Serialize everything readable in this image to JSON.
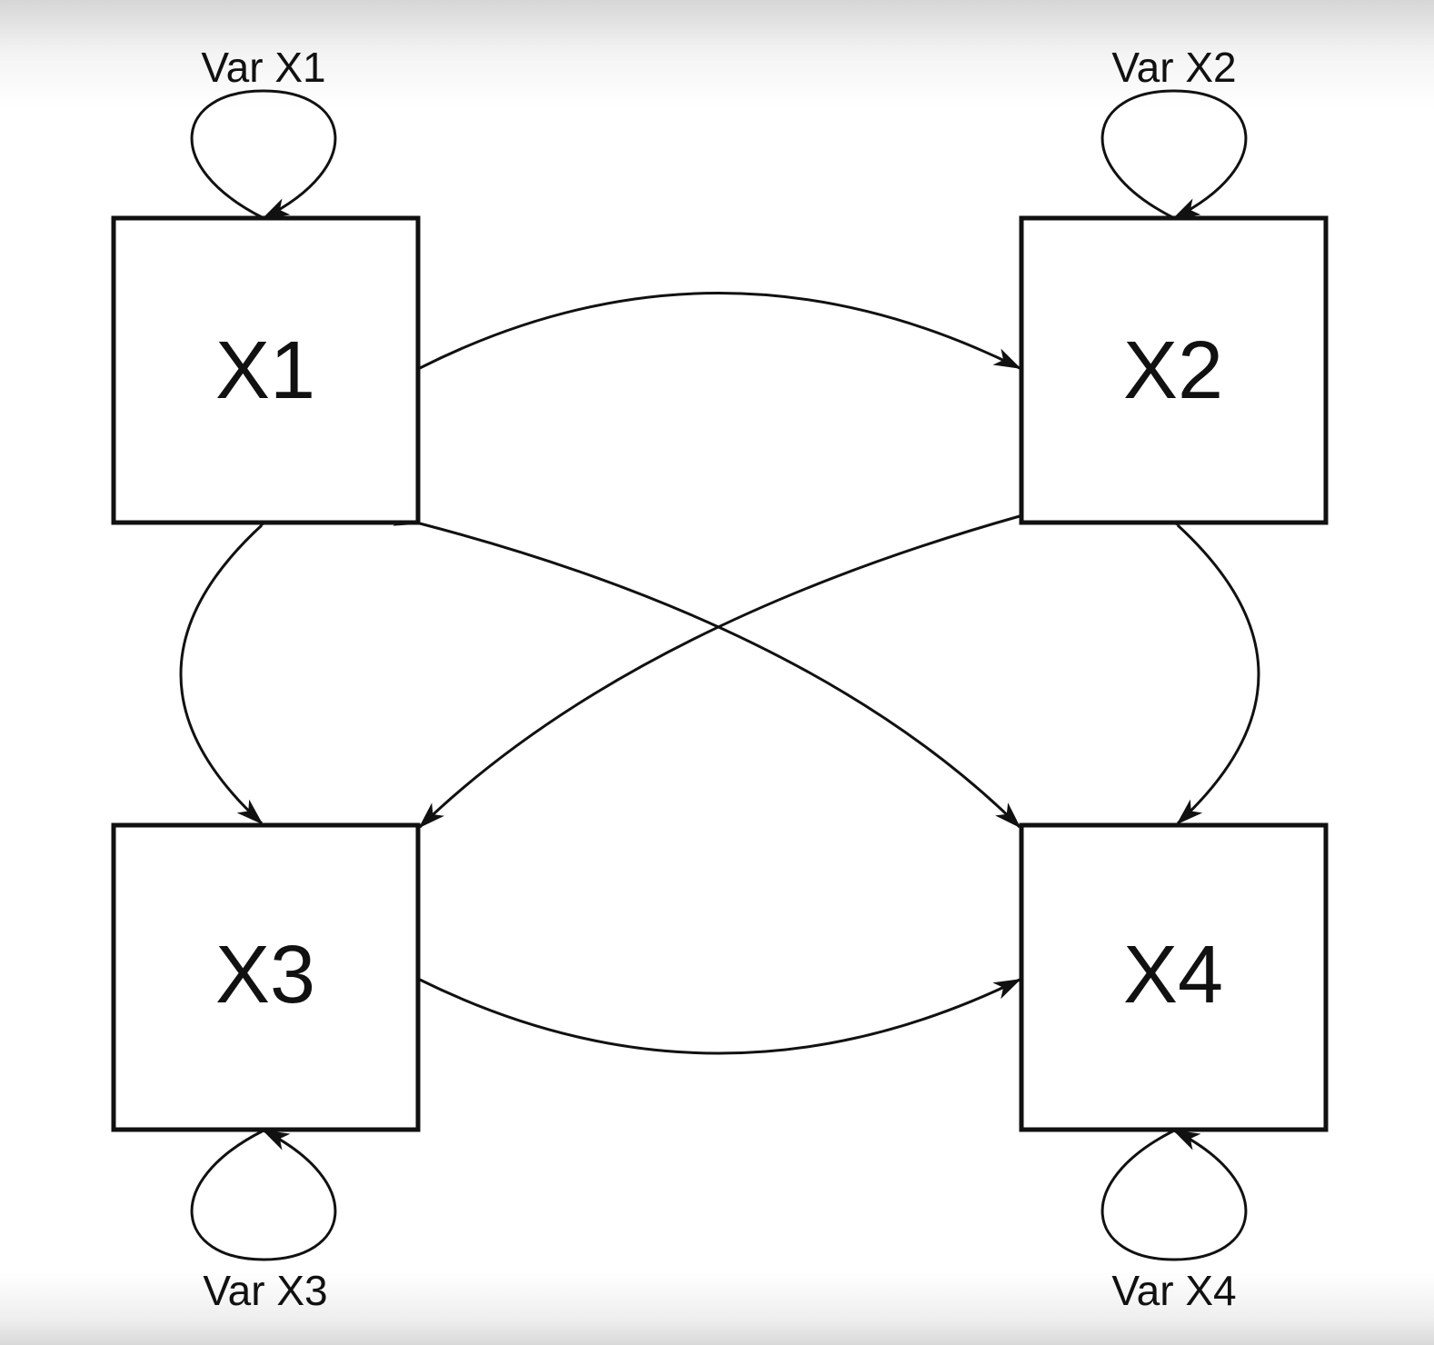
{
  "diagram": {
    "nodes": [
      {
        "id": "X1",
        "label": "X1",
        "variance_label": "Var X1"
      },
      {
        "id": "X2",
        "label": "X2",
        "variance_label": "Var X2"
      },
      {
        "id": "X3",
        "label": "X3",
        "variance_label": "Var X3"
      },
      {
        "id": "X4",
        "label": "X4",
        "variance_label": "Var X4"
      }
    ],
    "edges": [
      {
        "from": "X1",
        "to": "X1",
        "kind": "self-loop-variance"
      },
      {
        "from": "X2",
        "to": "X2",
        "kind": "self-loop-variance"
      },
      {
        "from": "X3",
        "to": "X3",
        "kind": "self-loop-variance"
      },
      {
        "from": "X4",
        "to": "X4",
        "kind": "self-loop-variance"
      },
      {
        "from": "X1",
        "to": "X2",
        "kind": "bidirectional-covariance"
      },
      {
        "from": "X3",
        "to": "X4",
        "kind": "bidirectional-covariance"
      },
      {
        "from": "X1",
        "to": "X3",
        "kind": "bidirectional-covariance"
      },
      {
        "from": "X2",
        "to": "X4",
        "kind": "bidirectional-covariance"
      },
      {
        "from": "X1",
        "to": "X4",
        "kind": "bidirectional-covariance"
      },
      {
        "from": "X2",
        "to": "X3",
        "kind": "bidirectional-covariance"
      }
    ]
  },
  "colors": {
    "stroke": "#111111",
    "background": "#ffffff"
  }
}
